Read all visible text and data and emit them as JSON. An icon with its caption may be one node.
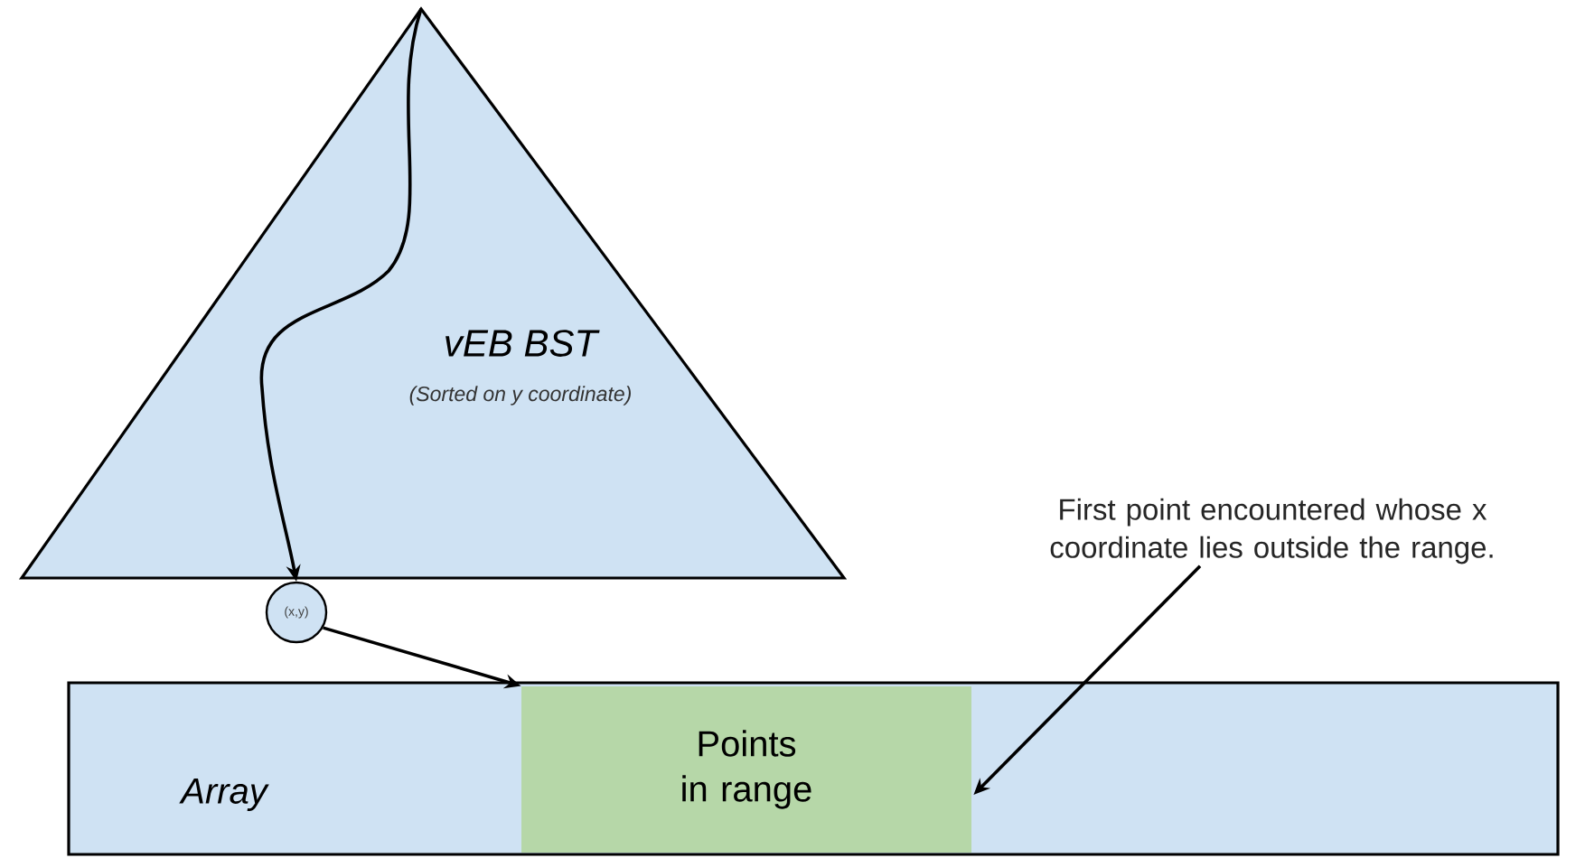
{
  "diagram": {
    "nodes": [
      {
        "text": [
          "vEB BST",
          "(Sorted on y coordinate)"
        ]
      },
      {
        "text": [
          "(x,y)"
        ]
      },
      {
        "text": [
          "Array"
        ]
      },
      {
        "text": [
          "Points in range"
        ],
        "in": 2
      },
      {
        "text": [
          "First point encountered whose x coordinate lies outside the range."
        ]
      }
    ],
    "edges": [
      {
        "from": 0,
        "to": 1,
        "arrow": "to"
      },
      {
        "from": 1,
        "to": 3,
        "arrow": "to"
      },
      {
        "from": 4,
        "to": 3,
        "arrow": "to"
      }
    ]
  }
}
